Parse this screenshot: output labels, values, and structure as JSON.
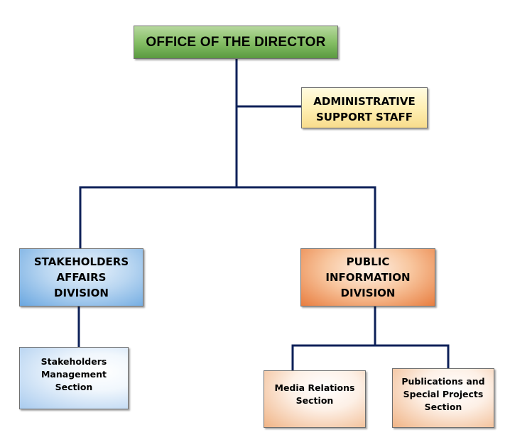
{
  "chart": {
    "nodes": {
      "director": {
        "lines": [
          "OFFICE OF THE DIRECTOR"
        ]
      },
      "admin_staff": {
        "lines": [
          "ADMINISTRATIVE",
          "SUPPORT STAFF"
        ]
      },
      "stakeholders_division": {
        "lines": [
          "STAKEHOLDERS",
          "AFFAIRS",
          "DIVISION"
        ]
      },
      "public_info_division": {
        "lines": [
          "PUBLIC",
          "INFORMATION",
          "DIVISION"
        ]
      },
      "stakeholders_mgmt_section": {
        "lines": [
          "Stakeholders",
          "Management",
          "Section"
        ]
      },
      "media_relations_section": {
        "lines": [
          "Media Relations",
          "Section"
        ]
      },
      "publications_section": {
        "lines": [
          "Publications and",
          "Special Projects",
          "Section"
        ]
      }
    },
    "colors": {
      "connector": "#0d2058",
      "director_fill": "#86bf66",
      "admin_fill": "#fff0b5",
      "stakeholders_fill": "#6aa7e0",
      "public_info_fill": "#e87d3f"
    }
  }
}
